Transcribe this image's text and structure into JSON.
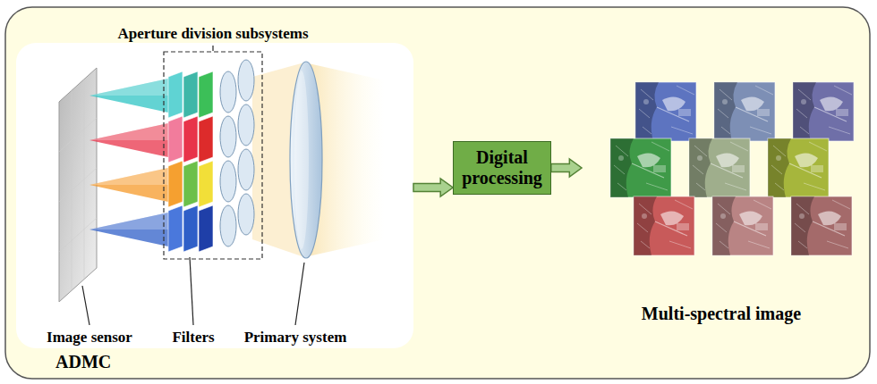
{
  "diagram": {
    "nodes": [
      {
        "text": [
          "ADMC"
        ]
      },
      {
        "text": [
          "Digital processing"
        ]
      },
      {
        "text": [
          "Multi-spectral image"
        ]
      }
    ],
    "edges": [
      {
        "from": 0,
        "to": 1,
        "arrow": "to"
      },
      {
        "from": 1,
        "to": 2,
        "arrow": "to"
      }
    ],
    "labels": [
      "Aperture division subsystems",
      "Image sensor",
      "Filters",
      "Primary system"
    ]
  }
}
